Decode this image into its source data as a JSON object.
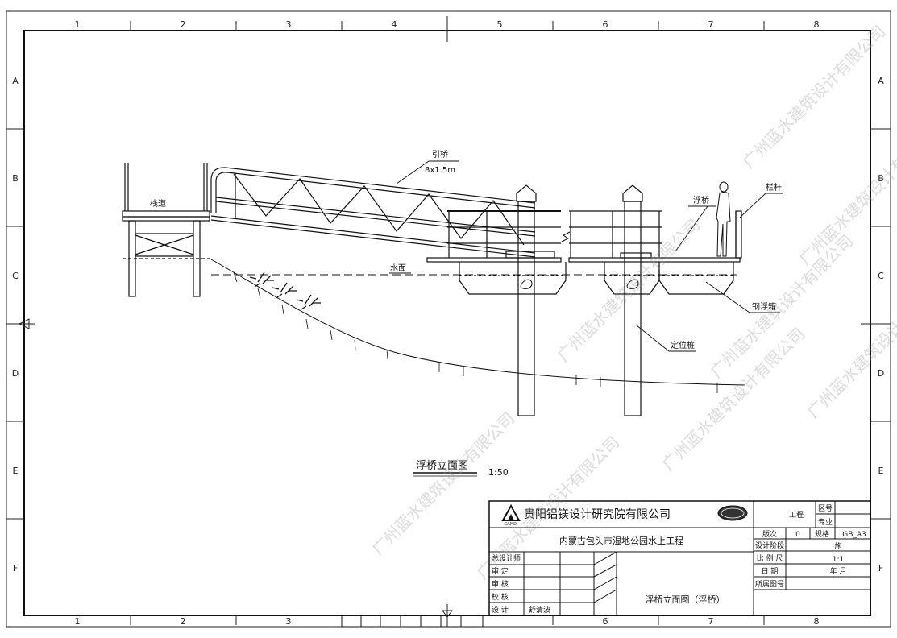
{
  "grid": {
    "columns": [
      "1",
      "2",
      "3",
      "4",
      "5",
      "6",
      "7",
      "8"
    ],
    "rows": [
      "A",
      "B",
      "C",
      "D",
      "E",
      "F"
    ]
  },
  "labels": {
    "trestle": "栈道",
    "approach_bridge": "引桥",
    "approach_size": "8x1.5m",
    "water_surface": "水面",
    "floating_bridge": "浮桥",
    "railing": "栏杆",
    "steel_float_box": "钢浮箱",
    "positioning_pile": "定位桩"
  },
  "drawing": {
    "title": "浮桥立面图",
    "scale": "1:50"
  },
  "title_block": {
    "company": "贵阳铝镁设计研究院有限公司",
    "logo_sub": "GAMDI",
    "project": "内蒙古包头市湿地公园水上工程",
    "sheet_title": "浮桥立面图（浮桥）",
    "roles": [
      "总设计师",
      "审 定",
      "审 核",
      "校 核",
      "设 计"
    ],
    "designer_name": "舒清波",
    "project_label": "工程",
    "zone_label": "区号",
    "discipline_label": "专业",
    "version_label": "版次",
    "version_value": "0",
    "spec_label": "规格",
    "spec_value": "GB_A3",
    "stage_label": "设计阶段",
    "stage_value": "施",
    "scale_label": "比 例 尺",
    "scale_value": "1:1",
    "date_label": "日 期",
    "date_value": "年  月",
    "ref_label": "所属图号"
  },
  "watermark": "广州蓝水建筑设计有限公司",
  "colors": {
    "line": "#111111",
    "watermark": "#9a9a9a",
    "paper": "#ffffff"
  }
}
